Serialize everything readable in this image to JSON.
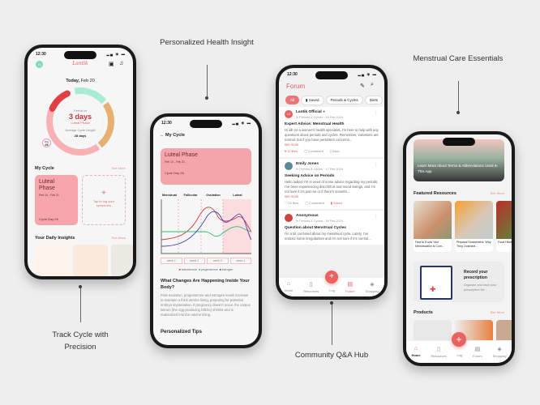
{
  "captions": {
    "track": "Track Cycle with Precision",
    "insight": "Personalized Health Insight",
    "forum": "Community Q&A Hub",
    "care": "Menstrual Care Essentials"
  },
  "status_time": "12:30",
  "home": {
    "avatar": "H",
    "logo": "Lantik",
    "today_label": "Today,",
    "today_date": "Feb 20",
    "period_in": "Period in",
    "days": "3 days",
    "phase": "Luteal Phase",
    "avg_label": "Average Cycle Length",
    "avg_value": "28 days",
    "day_label": "Day",
    "day_value": "26",
    "my_cycle": "My Cycle",
    "see_more": "See More",
    "card_phase": "Luteal Phase",
    "card_dates": "Feb 10 - Feb 21",
    "card_day": "Cycle Day 26",
    "log_plus": "+",
    "log_text": "Tap to log your symptoms",
    "insights": "Your Daily Insights",
    "colors": {
      "mint": "#a8ecd4",
      "orange": "#e8b070",
      "pink": "#f7b0b4",
      "red": "#e23f45"
    }
  },
  "cycle": {
    "back": "←",
    "title": "My Cycle",
    "phase": "Luteal Phase",
    "dates": "Feb 10 - Feb 21",
    "day": "Cycle Day 26",
    "phases": [
      "Menstrual",
      "Follicular",
      "Ovulation",
      "Luteal"
    ],
    "weeks": [
      "week 1",
      "week 2",
      "week 3",
      "week 4"
    ],
    "legend": [
      {
        "name": "testosterone",
        "color": "#c8403e"
      },
      {
        "name": "progesterone",
        "color": "#2ebd6b"
      },
      {
        "name": "estrogen",
        "color": "#4a3fb8"
      }
    ],
    "heading": "What Changes Are Happening Inside Your Body?",
    "body": "Post-ovulation, progesterone and estrogen levels increase to maintain a thick uterine lining, preparing for potential embryo implantation. If pregnancy doesn't occur, the corpus luteum (the egg-producing follicle) shrinks and is reabsorbed into the uterine lining.",
    "next": "Personalized Tips"
  },
  "forum": {
    "title": "Forum",
    "chips": [
      "All",
      "Saved",
      "Periods & Cycles",
      "Diets"
    ],
    "posts": [
      {
        "author": "Lantik Official",
        "initials": "LO",
        "meta": "In Periods & Cycles · 18 Feb 2024",
        "title": "Expert Advice: Menstrual Health",
        "body": "Hi all! As a women's health specialist, I'm here to help with any questions about periods and cycles. Remember, variations are normal, but if you have persistent concerns...",
        "more": "see more",
        "likes": "12 likes",
        "comments": "2 comment",
        "save": "Save"
      },
      {
        "author": "Emily Jones",
        "meta": "In Periods & Cycles · 17 Feb 2024",
        "title": "Seeking Advice on Periods",
        "body": "Hello ladies! I'm in need of some advice regarding my periods. I've been experiencing discomfort and mood swings, and I'm not sure if it's just me or if there's somethi...",
        "more": "see more",
        "likes": "12 likes",
        "comments": "2 comment",
        "save": "Saved"
      },
      {
        "author": "Anonymous",
        "meta": "In Periods & Cycles · 16 Feb 2024",
        "title": "Question about Menstrual Cycles",
        "body": "I'm a bit confused about my menstrual cycle. Lately, I've noticed some irregularities and I'm not sure if it's normal..."
      }
    ],
    "nav": [
      "Home",
      "Resources",
      "Log",
      "Forum",
      "Shopping"
    ]
  },
  "care": {
    "banner": "Learn More About Terms & Abbreviations Used In This App",
    "featured": "Featured Resources",
    "see_more": "See More",
    "resources": [
      "How to Know Your Menstruation is Com...",
      "Physical Sunscreens: Why They Outshine...",
      "Food Healt..."
    ],
    "rx_title": "Record your prescription",
    "rx_sub": "Organize and track your prescription list",
    "products": "Products",
    "nav": [
      "Home",
      "Resources",
      "Log",
      "Forum",
      "Shopping"
    ]
  }
}
